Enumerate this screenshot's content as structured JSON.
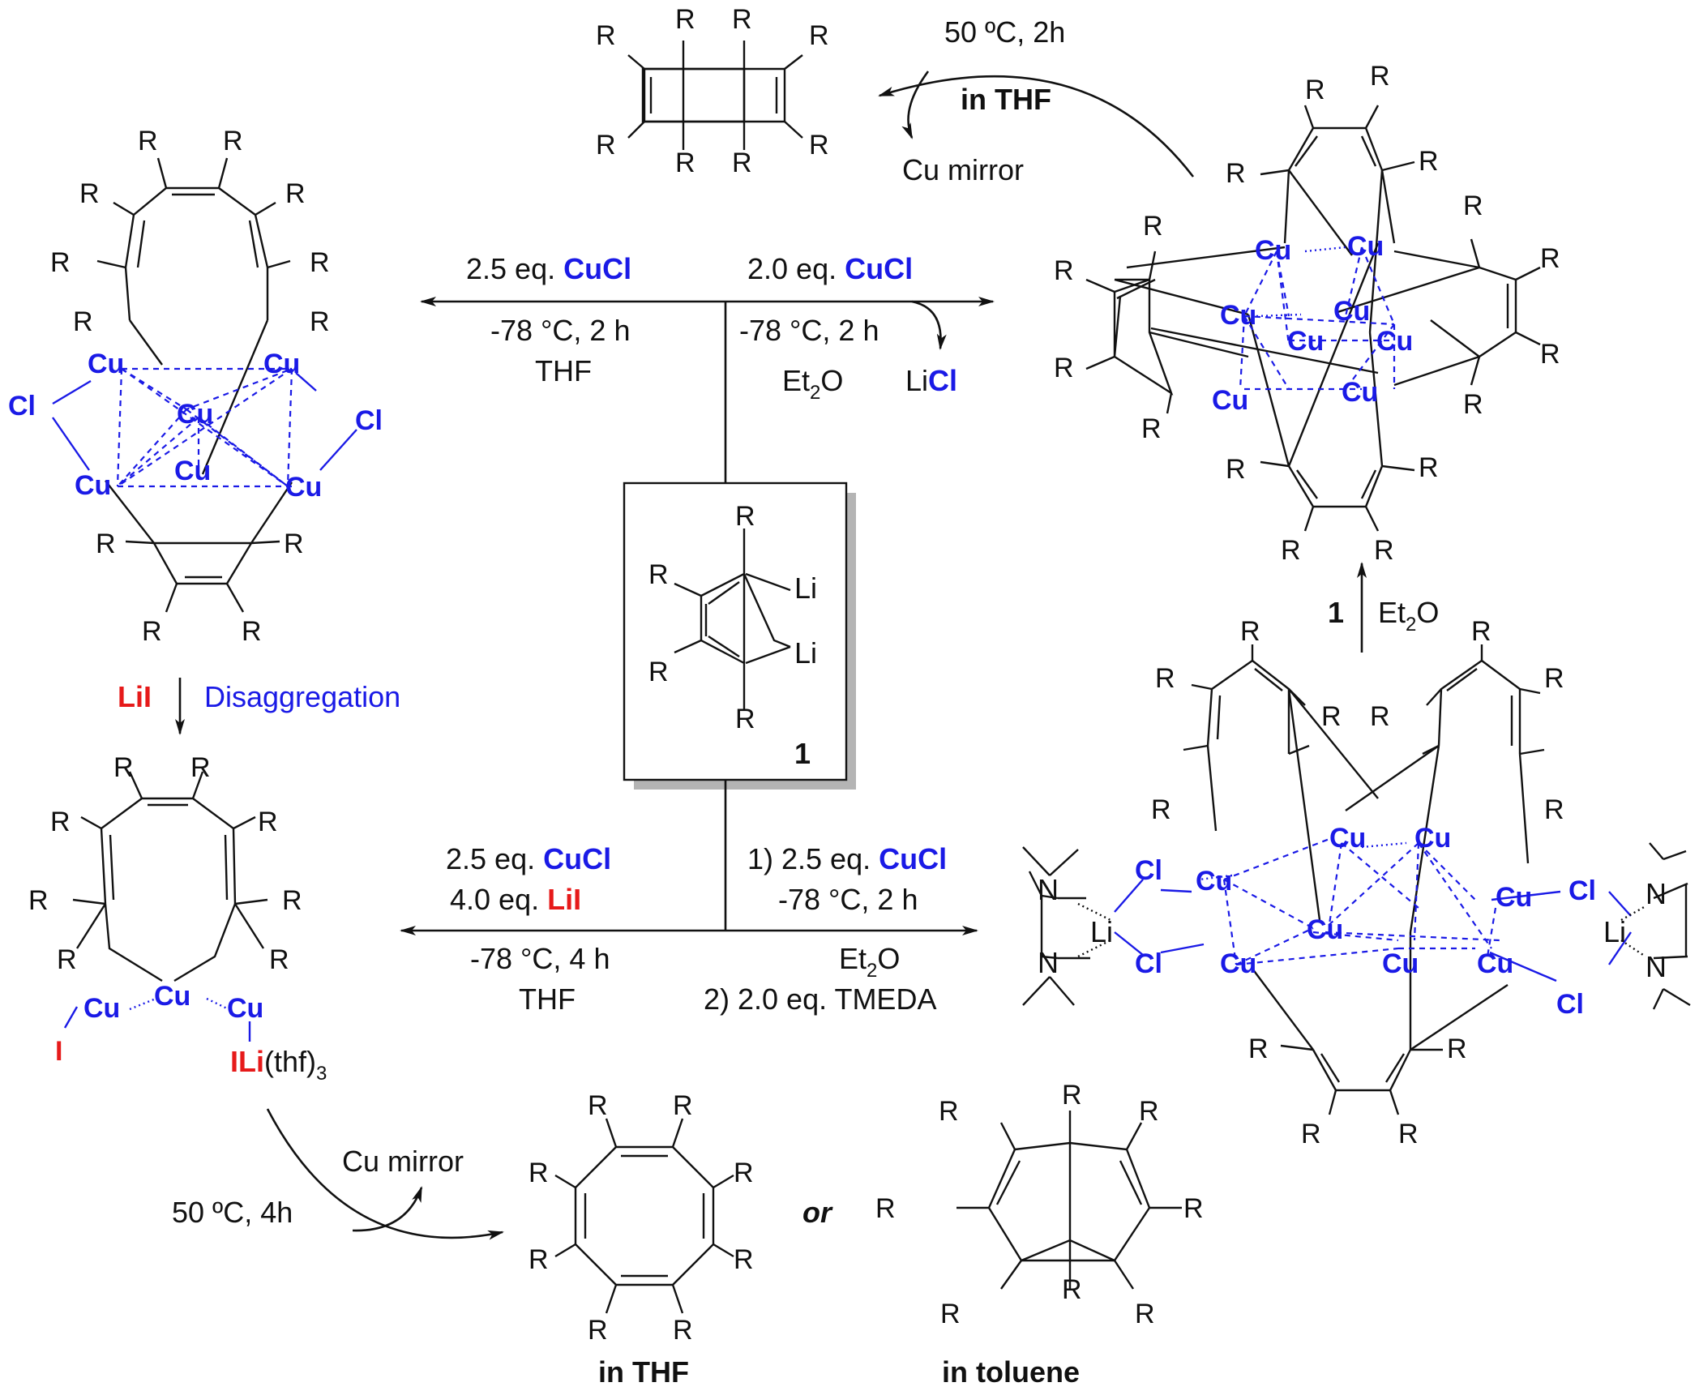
{
  "colors": {
    "blue": "#1a1ae6",
    "red": "#e61a1a",
    "black": "#111111",
    "shadow": "#b4b4b4"
  },
  "atoms": {
    "R": "R",
    "Cu": "Cu",
    "Cl": "Cl",
    "Li": "Li",
    "N": "N",
    "I": "I"
  },
  "compound_1": {
    "label": "1"
  },
  "top_left": {
    "line1_prefix": "2.5 eq. ",
    "line1_reagent": "CuCl",
    "line2": "-78 °C, 2 h",
    "line3": "THF"
  },
  "top_right": {
    "line1_prefix": "2.0 eq.  ",
    "line1_reagent": "CuCl",
    "line2": "-78 °C, 2 h",
    "line3_pre": "Et",
    "line3_sub": "2",
    "line3_post": "O",
    "byproduct_pre": "Li",
    "byproduct_bold": "Cl"
  },
  "top_thermolysis": {
    "line1": "50 ºC, 2h",
    "line2": "in THF",
    "byproduct": "Cu mirror"
  },
  "bottom_left": {
    "line1_prefix": "2.5 eq. ",
    "line1_reagent": "CuCl",
    "line2_prefix": "4.0 eq. ",
    "line2_reagent": "LiI",
    "line3": "-78 °C, 4 h",
    "line4": "THF"
  },
  "bottom_right": {
    "line1_prefix": "1) 2.5 eq.  ",
    "line1_reagent": "CuCl",
    "line2": "-78 °C, 2 h",
    "line3_pre": "Et",
    "line3_sub": "2",
    "line3_post": "O",
    "line4": "2) 2.0 eq. TMEDA"
  },
  "disaggregation": {
    "reagent_pre": "Li",
    "reagent_red": "I",
    "label": "Disaggregation"
  },
  "right_up": {
    "reagent": "1",
    "solvent_pre": "Et",
    "solvent_sub": "2",
    "solvent_post": "O"
  },
  "ili_label": {
    "bold": "ILi",
    "paren": "(thf)",
    "sub": "3"
  },
  "bottom_thermolysis": {
    "condition": "50 ºC, 4h",
    "byproduct": "Cu mirror",
    "connector": "or"
  },
  "products": {
    "thf_label": "in THF",
    "toluene_label": "in toluene"
  }
}
